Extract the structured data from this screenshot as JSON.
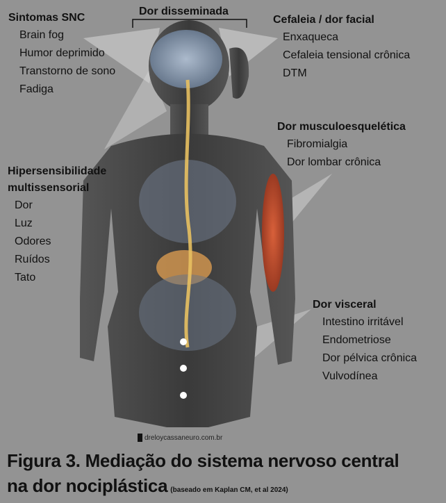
{
  "labels": {
    "cns": {
      "title": "Sintomas SNC",
      "items": [
        "Brain fog",
        "Humor deprimido",
        "Transtorno de sono",
        "Fadiga"
      ]
    },
    "widespread": {
      "title": "Dor disseminada"
    },
    "headache": {
      "title": "Cefaleia / dor facial",
      "items": [
        "Enxaqueca",
        "Cefaleia tensional crônica",
        "DTM"
      ]
    },
    "musculoskeletal": {
      "title": "Dor musculoesquelética",
      "items": [
        "Fibromialgia",
        "Dor lombar crônica"
      ]
    },
    "hypersensitivity": {
      "title_line1": "Hipersensibilidade",
      "title_line2": "multissensorial",
      "items": [
        "Dor",
        "Luz",
        "Odores",
        "Ruídos",
        "Tato"
      ]
    },
    "visceral": {
      "title": "Dor visceral",
      "items": [
        "Intestino irritável",
        "Endometriose",
        "Dor pélvica crônica",
        "Vulvodínea"
      ]
    }
  },
  "watermark": "dreloycassaneuro.com.br",
  "caption": {
    "line1": "Figura 3. Mediação do sistema nervoso central",
    "line2": "na dor nociplástica",
    "citation": "(baseado  em Kaplan  CM, et al 2024)"
  },
  "colors": {
    "background": "#939393",
    "nerve": "#e8c060",
    "muscle": "#c8502a",
    "brain": "#9fb3cc"
  }
}
